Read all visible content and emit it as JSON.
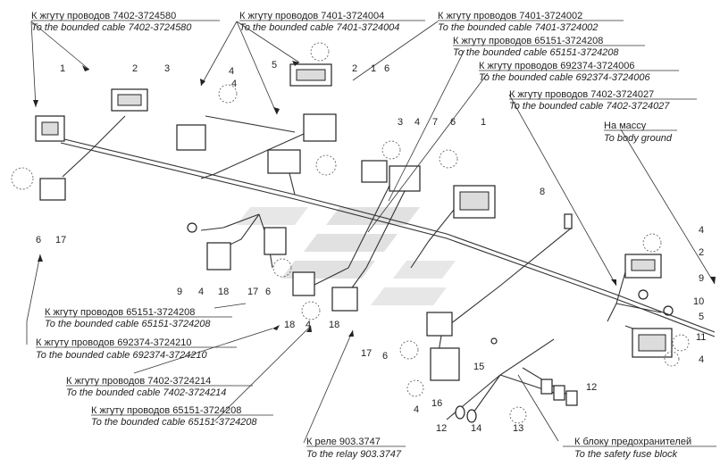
{
  "callouts": [
    {
      "ru": "К жгуту проводов 7402-3724580",
      "en": "To the bounded cable 7402-3724580"
    },
    {
      "ru": "К жгуту проводов 7401-3724004",
      "en": "To the bounded cable 7401-3724004"
    },
    {
      "ru": "К жгуту проводов 7401-3724002",
      "en": "To the bounded cable 7401-3724002"
    },
    {
      "ru": "К жгуту проводов 65151-3724208",
      "en": "To the bounded cable 65151-3724208"
    },
    {
      "ru": "К жгуту проводов 692374-3724006",
      "en": "To the bounded cable 692374-3724006"
    },
    {
      "ru": "К жгуту проводов 7402-3724027",
      "en": "To the bounded cable 7402-3724027"
    },
    {
      "ru": "На массу",
      "en": "To body ground"
    },
    {
      "ru": "К жгуту проводов 65151-3724208",
      "en": "To the bounded cable 65151-3724208"
    },
    {
      "ru": "К жгуту проводов 692374-3724210",
      "en": "To the bounded cable 692374-3724210"
    },
    {
      "ru": "К жгуту проводов 7402-3724214",
      "en": "To the bounded cable 7402-3724214"
    },
    {
      "ru": "К жгуту проводов 65151-3724208",
      "en": "To the bounded cable 65151-3724208"
    },
    {
      "ru": "К реле 903.3747",
      "en": "To the relay 903.3747"
    },
    {
      "ru": "К блоку предохранителей",
      "en": "To the safety fuse block"
    }
  ],
  "part_numbers": [
    "1",
    "2",
    "3",
    "4",
    "5",
    "6",
    "2",
    "1",
    "3",
    "4",
    "7",
    "6",
    "1",
    "4",
    "6",
    "17",
    "9",
    "4",
    "18",
    "17",
    "6",
    "18",
    "4",
    "18",
    "8",
    "4",
    "2",
    "9",
    "10",
    "5",
    "11",
    "4",
    "17",
    "6",
    "16",
    "15",
    "12",
    "4",
    "12",
    "14",
    "13"
  ]
}
